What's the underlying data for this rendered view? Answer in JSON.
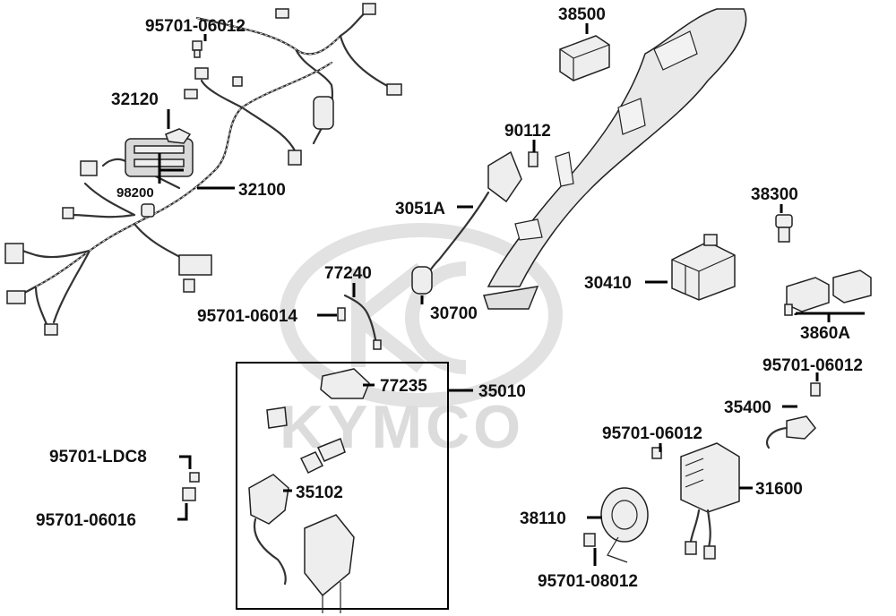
{
  "watermark": {
    "brand": "KYMCO"
  },
  "callouts": [
    {
      "id": "c-95701-06012-a",
      "part_number": "95701-06012"
    },
    {
      "id": "c-38500",
      "part_number": "38500"
    },
    {
      "id": "c-32120",
      "part_number": "32120"
    },
    {
      "id": "c-90112",
      "part_number": "90112"
    },
    {
      "id": "c-98200",
      "part_number": "98200"
    },
    {
      "id": "c-32100",
      "part_number": "32100"
    },
    {
      "id": "c-3051A",
      "part_number": "3051A"
    },
    {
      "id": "c-38300",
      "part_number": "38300"
    },
    {
      "id": "c-77240",
      "part_number": "77240"
    },
    {
      "id": "c-30410",
      "part_number": "30410"
    },
    {
      "id": "c-95701-06014",
      "part_number": "95701-06014"
    },
    {
      "id": "c-30700",
      "part_number": "30700"
    },
    {
      "id": "c-3860A",
      "part_number": "3860A"
    },
    {
      "id": "c-95701-06012-b",
      "part_number": "95701-06012"
    },
    {
      "id": "c-77235",
      "part_number": "77235"
    },
    {
      "id": "c-35010",
      "part_number": "35010"
    },
    {
      "id": "c-35400",
      "part_number": "35400"
    },
    {
      "id": "c-95701-06012-c",
      "part_number": "95701-06012"
    },
    {
      "id": "c-95701-LDC8",
      "part_number": "95701-LDC8"
    },
    {
      "id": "c-35102",
      "part_number": "35102"
    },
    {
      "id": "c-31600",
      "part_number": "31600"
    },
    {
      "id": "c-38110",
      "part_number": "38110"
    },
    {
      "id": "c-95701-06016",
      "part_number": "95701-06016"
    },
    {
      "id": "c-95701-08012",
      "part_number": "95701-08012"
    }
  ],
  "colors": {
    "line": "#000000",
    "part_fill": "#eeeeee",
    "watermark": "#dcdcdc",
    "frame_fill": "#e9e9e9"
  }
}
